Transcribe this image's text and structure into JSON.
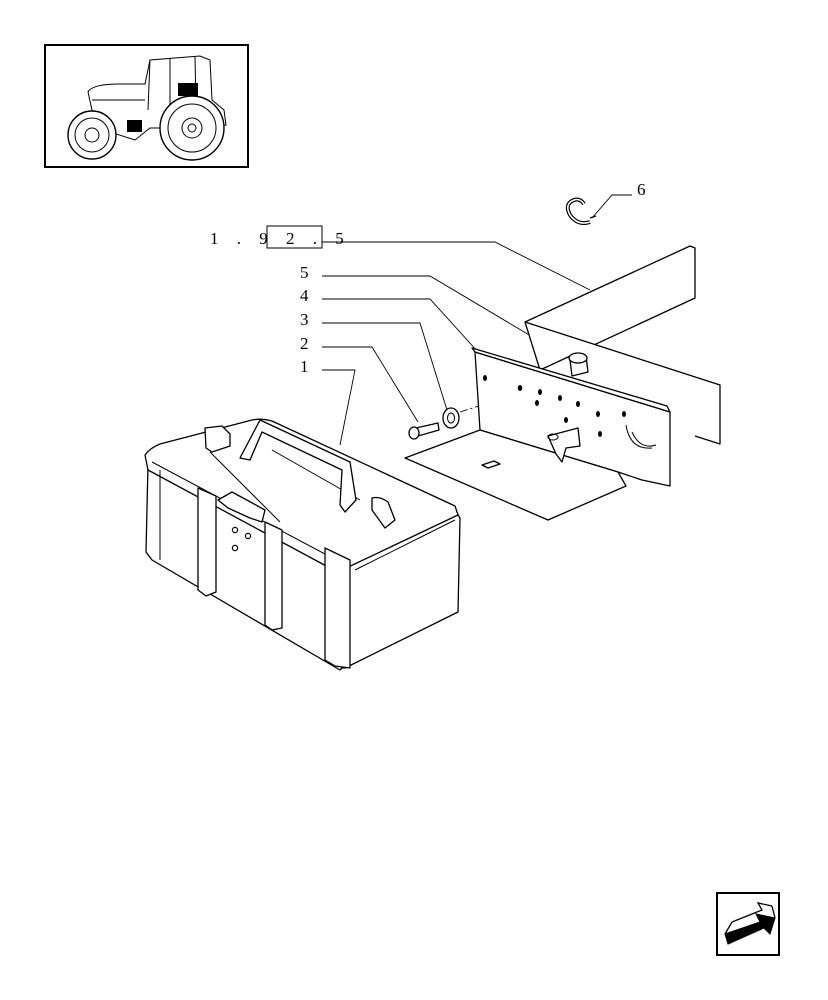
{
  "diagram": {
    "reference_code": "1 . 9 2 . 5",
    "callouts": [
      "1",
      "2",
      "3",
      "4",
      "5",
      "6"
    ]
  },
  "thumbnail": {
    "icon": "tractor-thumbnail-icon"
  },
  "navigation": {
    "icon": "next-page-arrow-icon"
  }
}
